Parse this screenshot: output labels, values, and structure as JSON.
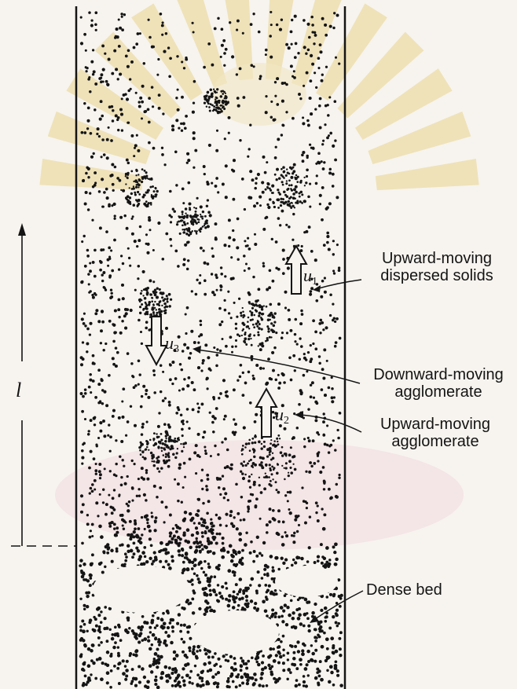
{
  "labels": {
    "upward_dispersed_line1": "Upward-moving",
    "upward_dispersed_line2": "dispersed solids",
    "downward_agglomerate_line1": "Downward-moving",
    "downward_agglomerate_line2": "agglomerate",
    "upward_agglomerate_line1": "Upward-moving",
    "upward_agglomerate_line2": "agglomerate",
    "dense_bed": "Dense bed"
  },
  "symbols": {
    "u1_base": "u",
    "u1_sub": "1",
    "u2_base": "u",
    "u2_sub": "2",
    "u3_base": "u",
    "u3_sub": "3",
    "height": "l"
  },
  "colors": {
    "ink": "#141414",
    "paper": "#f7f4ef",
    "watermark_gold": "#e9d48c",
    "watermark_pink": "#f0c8d6"
  }
}
